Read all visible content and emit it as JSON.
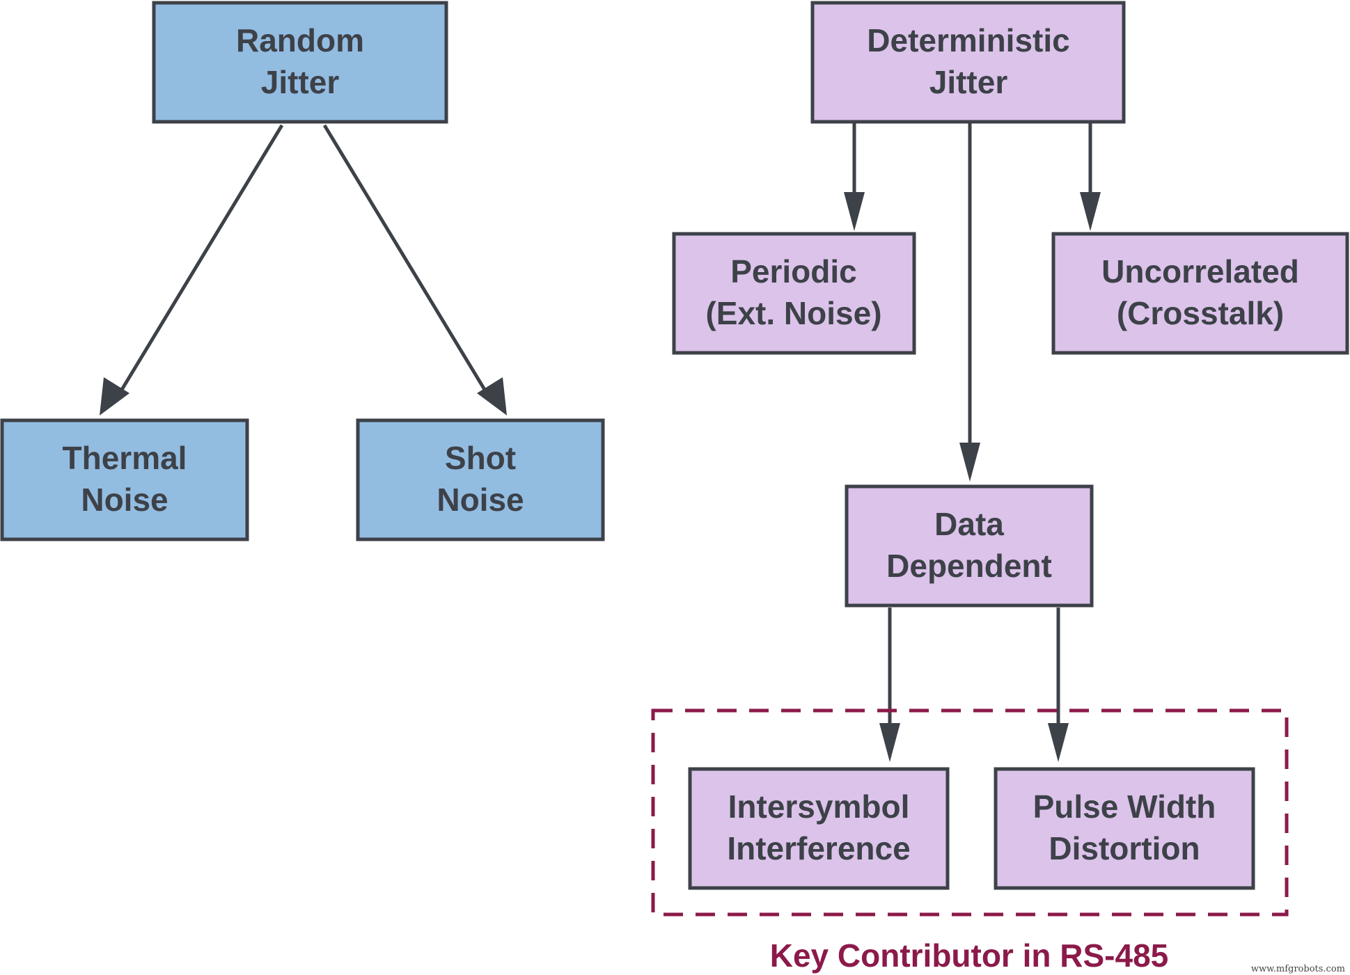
{
  "colors": {
    "random_fill": "#93bce1",
    "deterministic_fill": "#dcc3ea",
    "stroke": "#3d4148",
    "accent": "#8b1a4a"
  },
  "nodes": {
    "random_jitter": {
      "line1": "Random",
      "line2": "Jitter"
    },
    "thermal_noise": {
      "line1": "Thermal",
      "line2": "Noise"
    },
    "shot_noise": {
      "line1": "Shot",
      "line2": "Noise"
    },
    "deterministic_jitter": {
      "line1": "Deterministic",
      "line2": "Jitter"
    },
    "periodic": {
      "line1": "Periodic",
      "line2": "(Ext. Noise)"
    },
    "uncorrelated": {
      "line1": "Uncorrelated",
      "line2": "(Crosstalk)"
    },
    "data_dependent": {
      "line1": "Data",
      "line2": "Dependent"
    },
    "intersymbol": {
      "line1": "Intersymbol",
      "line2": "Interference"
    },
    "pulse_width": {
      "line1": "Pulse Width",
      "line2": "Distortion"
    }
  },
  "group": {
    "caption": "Key Contributor in RS-485"
  },
  "watermark": "www.mfgrobots.com"
}
